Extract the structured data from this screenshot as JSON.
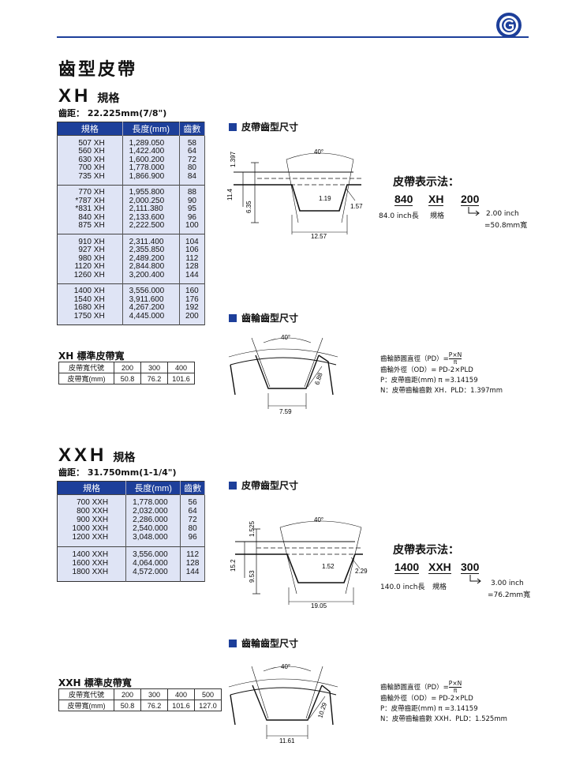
{
  "page": {
    "title": "齒型皮帶"
  },
  "xh": {
    "code": "XH",
    "spec_word": "規格",
    "pitch": "齒距： 22.225mm(7/8\")",
    "headers": [
      "規格",
      "長度(mm)",
      "齒數"
    ],
    "groups": [
      [
        [
          "507 XH",
          "1,289.050",
          "58"
        ],
        [
          "560 XH",
          "1,422.400",
          "64"
        ],
        [
          "630 XH",
          "1,600.200",
          "72"
        ],
        [
          "700 XH",
          "1,778.000",
          "80"
        ],
        [
          "735 XH",
          "1,866.900",
          "84"
        ]
      ],
      [
        [
          "770 XH",
          "1,955.800",
          "88"
        ],
        [
          "*787 XH",
          "2,000.250",
          "90"
        ],
        [
          "*831 XH",
          "2,111.380",
          "95"
        ],
        [
          "840 XH",
          "2,133.600",
          "96"
        ],
        [
          "875 XH",
          "2,222.500",
          "100"
        ]
      ],
      [
        [
          "910 XH",
          "2,311.400",
          "104"
        ],
        [
          "927 XH",
          "2,355.850",
          "106"
        ],
        [
          "980 XH",
          "2,489.200",
          "112"
        ],
        [
          "1120 XH",
          "2,844.800",
          "128"
        ],
        [
          "1260 XH",
          "3,200.400",
          "144"
        ]
      ],
      [
        [
          "1400 XH",
          "3,556.000",
          "160"
        ],
        [
          "1540 XH",
          "3,911.600",
          "176"
        ],
        [
          "1680 XH",
          "4,267.200",
          "192"
        ],
        [
          "1750 XH",
          "4,445.000",
          "200"
        ]
      ]
    ],
    "width_title": "XH 標準皮帶寬",
    "width_rows": [
      [
        "皮帶寬代號",
        "200",
        "300",
        "400"
      ],
      [
        "皮帶寬(mm)",
        "50.8",
        "76.2",
        "101.6"
      ]
    ],
    "belt_head": "皮帶齒型尺寸",
    "belt_dims": {
      "angle": "40°",
      "d1": "1.397",
      "d2": "11.4",
      "d3": "6.35",
      "d4": "1.19",
      "d5": "1.57",
      "d6": "12.57"
    },
    "notation_title": "皮帶表示法：",
    "notation": {
      "a": "840",
      "b": "XH",
      "c": "200",
      "a_sub": "84.0 inch長",
      "b_sub": "規格",
      "c_sub1": "2.00 inch",
      "c_sub2": "=50.8mm寬"
    },
    "pulley_head": "齒輪齒型尺寸",
    "pulley_dims": {
      "angle": "40°",
      "d1": "6.88",
      "d2": "7.59"
    },
    "formula": [
      "齒輪節圓直徑（PD）=",
      "P×N",
      "π",
      "齒輪外徑（OD）= PD-2×PLD",
      "P：皮帶齒距(mm)  π =3.14159",
      "N：皮帶齒輪齒數   XH．PLD：1.397mm"
    ]
  },
  "xxh": {
    "code": "XXH",
    "spec_word": "規格",
    "pitch": "齒距： 31.750mm(1-1/4\")",
    "headers": [
      "規格",
      "長度(mm)",
      "齒數"
    ],
    "groups": [
      [
        [
          "700 XXH",
          "1,778.000",
          "56"
        ],
        [
          "800 XXH",
          "2,032.000",
          "64"
        ],
        [
          "900 XXH",
          "2,286.000",
          "72"
        ],
        [
          "1000 XXH",
          "2,540.000",
          "80"
        ],
        [
          "1200 XXH",
          "3,048.000",
          "96"
        ]
      ],
      [
        [
          "1400 XXH",
          "3,556.000",
          "112"
        ],
        [
          "1600 XXH",
          "4,064.000",
          "128"
        ],
        [
          "1800 XXH",
          "4,572.000",
          "144"
        ]
      ]
    ],
    "width_title": "XXH 標準皮帶寬",
    "width_rows": [
      [
        "皮帶寬代號",
        "200",
        "300",
        "400",
        "500"
      ],
      [
        "皮帶寬(mm)",
        "50.8",
        "76.2",
        "101.6",
        "127.0"
      ]
    ],
    "belt_head": "皮帶齒型尺寸",
    "belt_dims": {
      "angle": "40°",
      "d1": "1.525",
      "d2": "15.2",
      "d3": "9.53",
      "d4": "1.52",
      "d5": "2.29",
      "d6": "19.05"
    },
    "notation_title": "皮帶表示法：",
    "notation": {
      "a": "1400",
      "b": "XXH",
      "c": "300",
      "a_sub": "140.0 inch長",
      "b_sub": "規格",
      "c_sub1": "3.00 inch",
      "c_sub2": "=76.2mm寬"
    },
    "pulley_head": "齒輪齒型尺寸",
    "pulley_dims": {
      "angle": "40°",
      "d1": "10.29",
      "d2": "11.61"
    },
    "formula": [
      "齒輪節圓直徑（PD）=",
      "P×N",
      "π",
      "齒輪外徑（OD）= PD-2×PLD",
      "P：皮帶齒距(mm)  π =3.14159",
      "N：皮帶齒輪齒數   XXH．PLD：1.525mm"
    ]
  },
  "colors": {
    "accent": "#1d3f9a",
    "table_bg": "#dfe4f5"
  }
}
